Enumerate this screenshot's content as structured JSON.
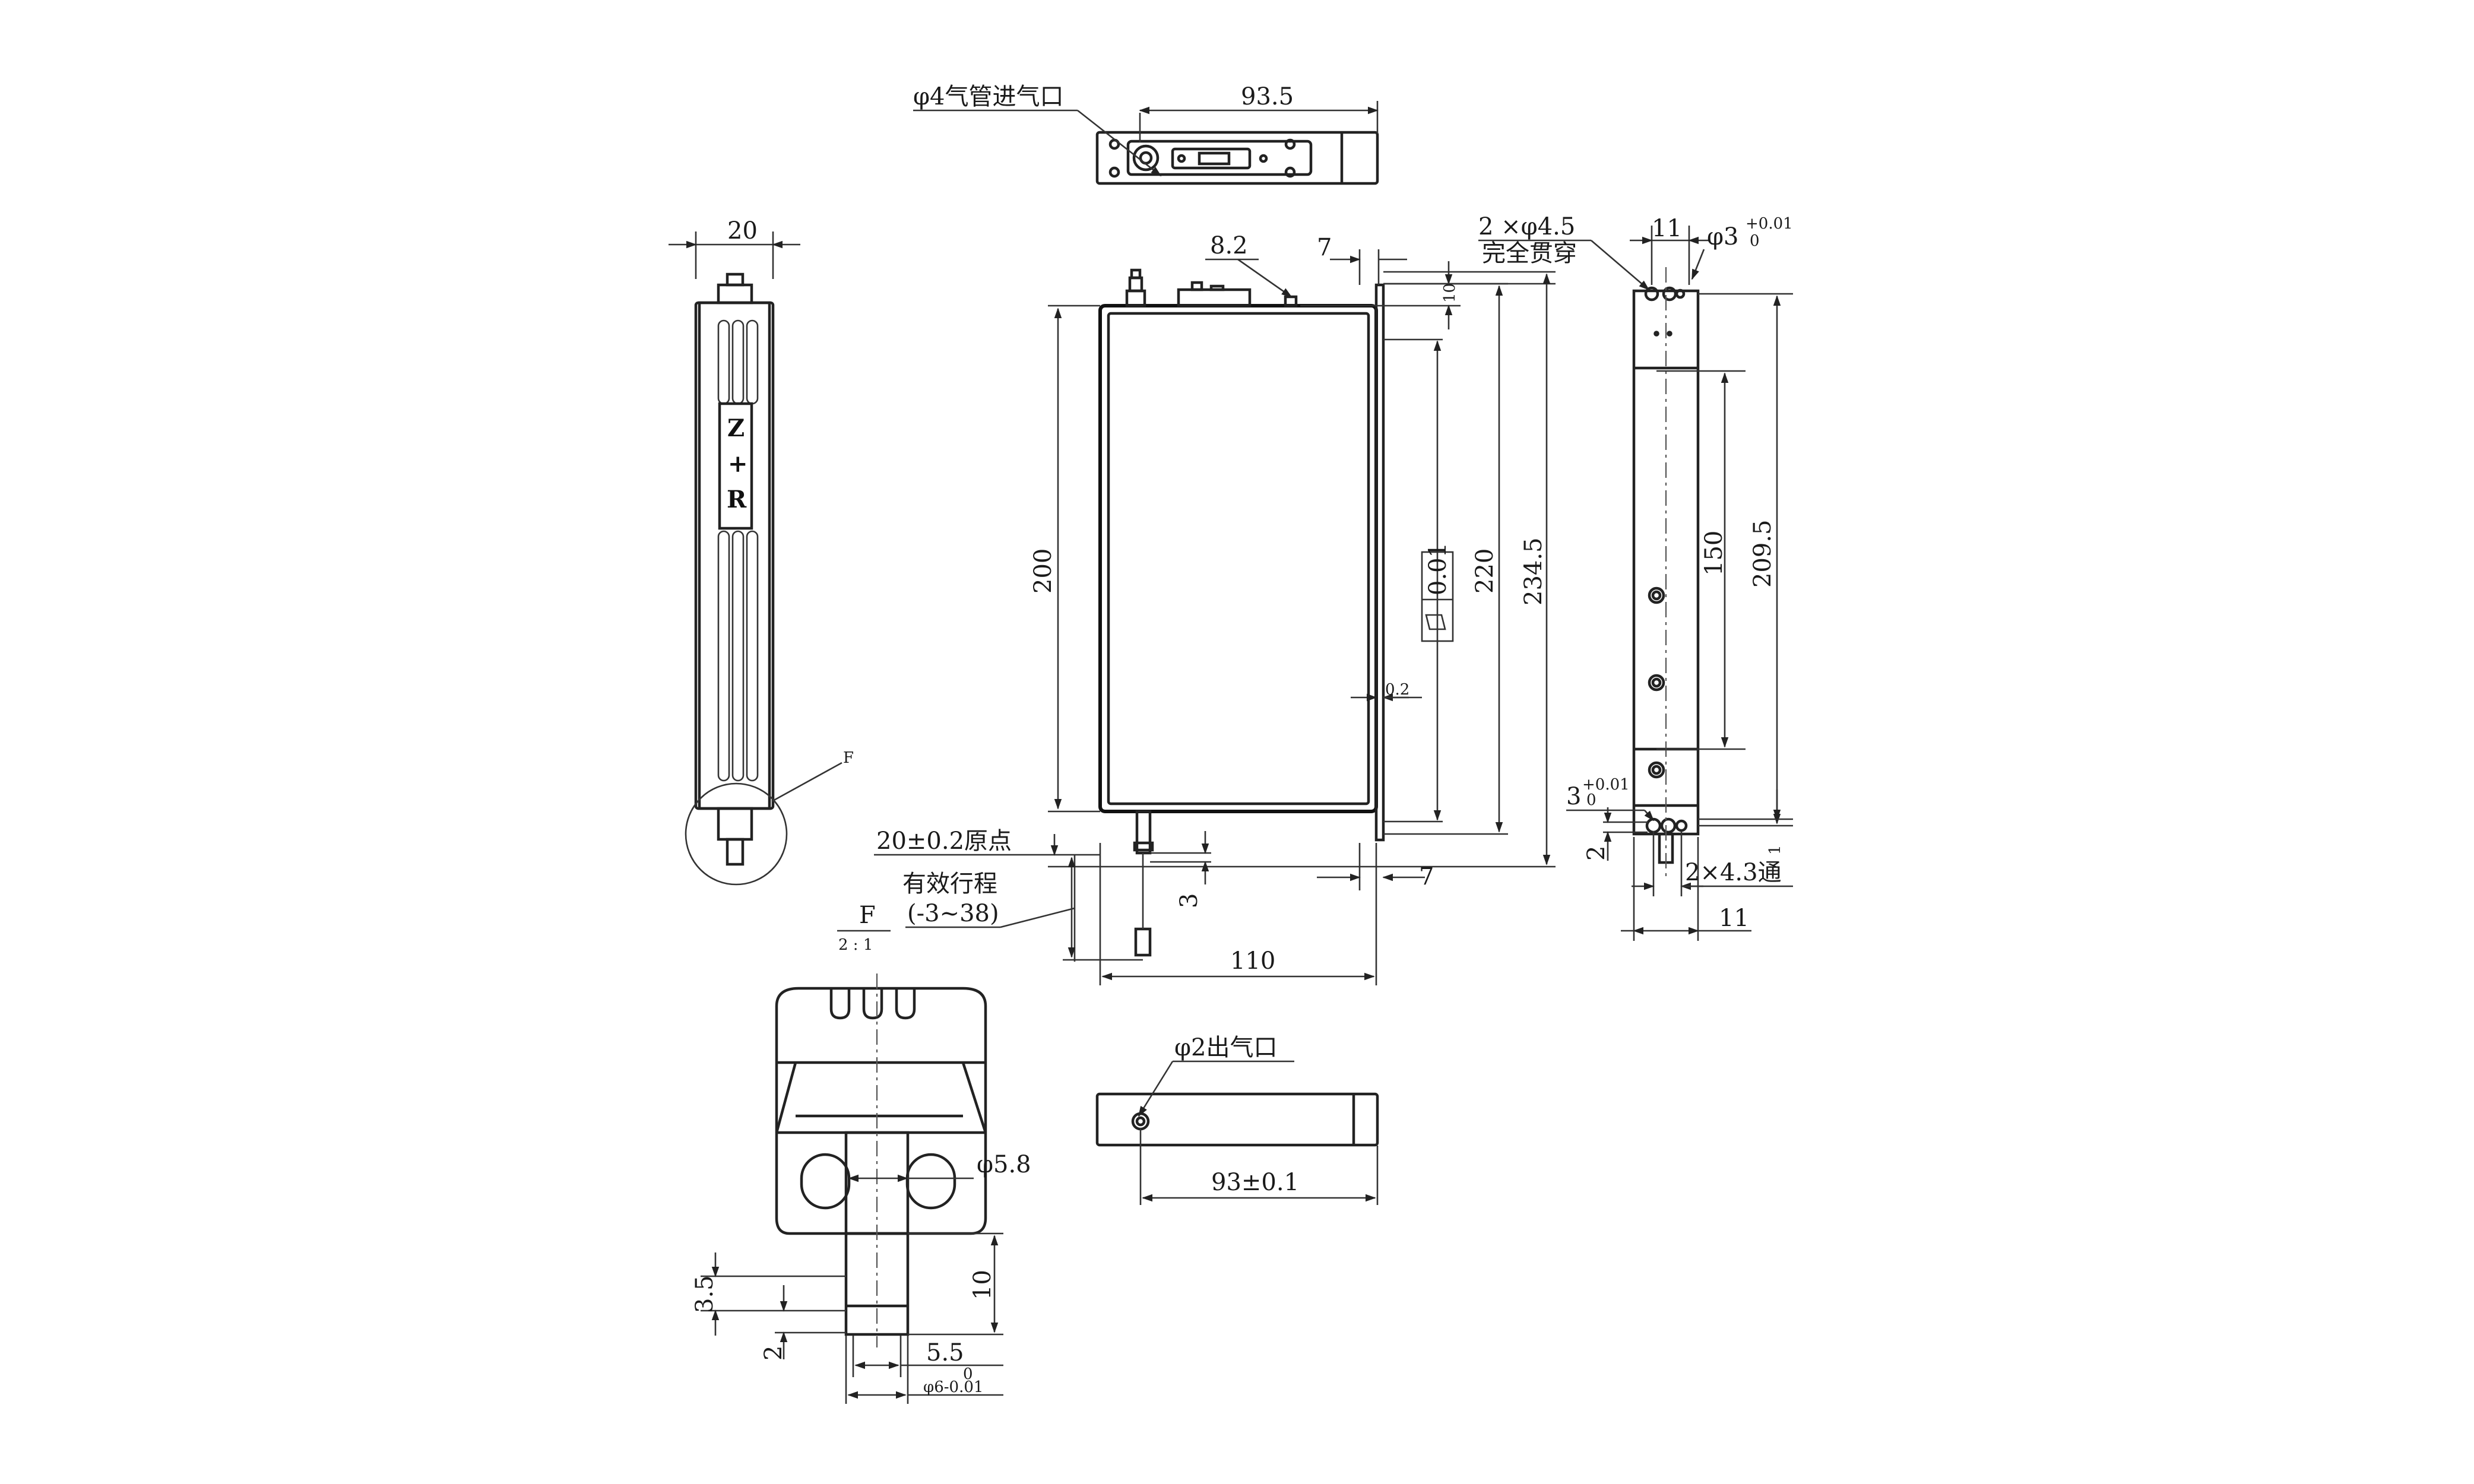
{
  "labels": {
    "inlet": "φ4气管进气口",
    "outlet": "φ2出气口",
    "thru_holes_1": "2 ×φ4.5",
    "thru_holes_2": "完全贯穿",
    "origin": "20±0.2原点",
    "stroke_1": "有效行程",
    "stroke_2": "(-3~38)",
    "detail_name": "F",
    "detail_scale": "2 : 1",
    "badge_z": "Z",
    "badge_plus": "+",
    "badge_r": "R",
    "flatness": "0.01"
  },
  "dims": {
    "d93_5": "93.5",
    "d20": "20",
    "d8_2": "8.2",
    "d7": "7",
    "d10": "10",
    "d11": "11",
    "phi3_base": "φ3",
    "phi3_tol": "+0.01",
    "phi3_tol0": "0",
    "d200": "200",
    "d220": "220",
    "d234_5": "234.5",
    "d0_2": "0.2",
    "d3": "3",
    "d7b": "7",
    "d110": "110",
    "d150": "150",
    "d209_5": "209.5",
    "d3_base": "3",
    "d3_tol": "+0.01",
    "d3_tol0": "0",
    "d2": "2",
    "d1": "1",
    "d2x4_3": "2×4.3通",
    "d11b": "11",
    "d93": "93±0.1",
    "phi5_8": "φ5.8",
    "d3_5": "3.5",
    "d10b": "10",
    "d2b": "2",
    "d5_5": "5.5",
    "phi6_base": "φ6-0.01",
    "phi6_tol0": "0"
  }
}
